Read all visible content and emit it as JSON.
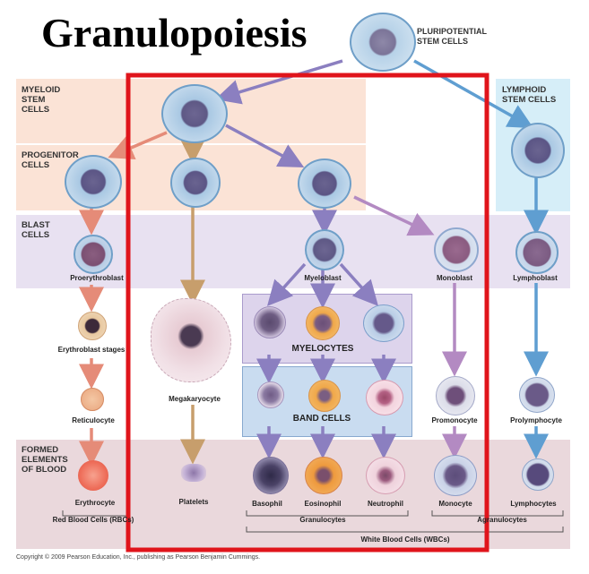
{
  "title": "Granulopoiesis",
  "top": {
    "pluripotential": "PLURIPOTENTIAL\nSTEM CELLS"
  },
  "rows": {
    "myeloid": "MYELOID\nSTEM\nCELLS",
    "lymphoid": "LYMPHOID\nSTEM CELLS",
    "progenitor": "PROGENITOR\nCELLS",
    "blast": "BLAST\nCELLS",
    "formed": "FORMED\nELEMENTS\nOF BLOOD"
  },
  "cells": {
    "proerythroblast": "Proerythroblast",
    "myeloblast": "Myeloblast",
    "monoblast": "Monoblast",
    "lymphoblast": "Lymphoblast",
    "erythroblast": "Erythroblast stages",
    "megakaryocyte": "Megakaryocyte",
    "reticulocyte": "Reticulocyte",
    "promonocyte": "Promonocyte",
    "prolymphocyte": "Prolymphocyte",
    "erythrocyte": "Erythrocyte",
    "platelets": "Platelets",
    "basophil": "Basophil",
    "eosinophil": "Eosinophil",
    "neutrophil": "Neutrophil",
    "monocyte": "Monocyte",
    "lymphocytes": "Lymphocytes"
  },
  "stages": {
    "myelocytes": "MYELOCYTES",
    "band_cells": "BAND CELLS"
  },
  "groups": {
    "rbc": "Red Blood Cells (RBCs)",
    "granulocytes": "Granulocytes",
    "agranulocytes": "Agranulocytes",
    "wbc": "White Blood Cells (WBCs)"
  },
  "copyright": "Copyright © 2009 Pearson Education, Inc., publishing as Pearson Benjamin Cummings.",
  "colors": {
    "highlight": "#e0141b",
    "orange_band": "#fbe3d6",
    "blast_band": "#e8e1f1",
    "formed_band": "#ead8dc",
    "lymphoid_band": "#d6eef8",
    "myelocyte_box": "#ddd4ec",
    "band_box": "#c9dcf0",
    "arrow_salmon": "#e58b78",
    "arrow_tan": "#c79e6c",
    "arrow_purple": "#8b7fc0",
    "arrow_mauve": "#b38ac2",
    "arrow_blue": "#5f9ed1"
  }
}
